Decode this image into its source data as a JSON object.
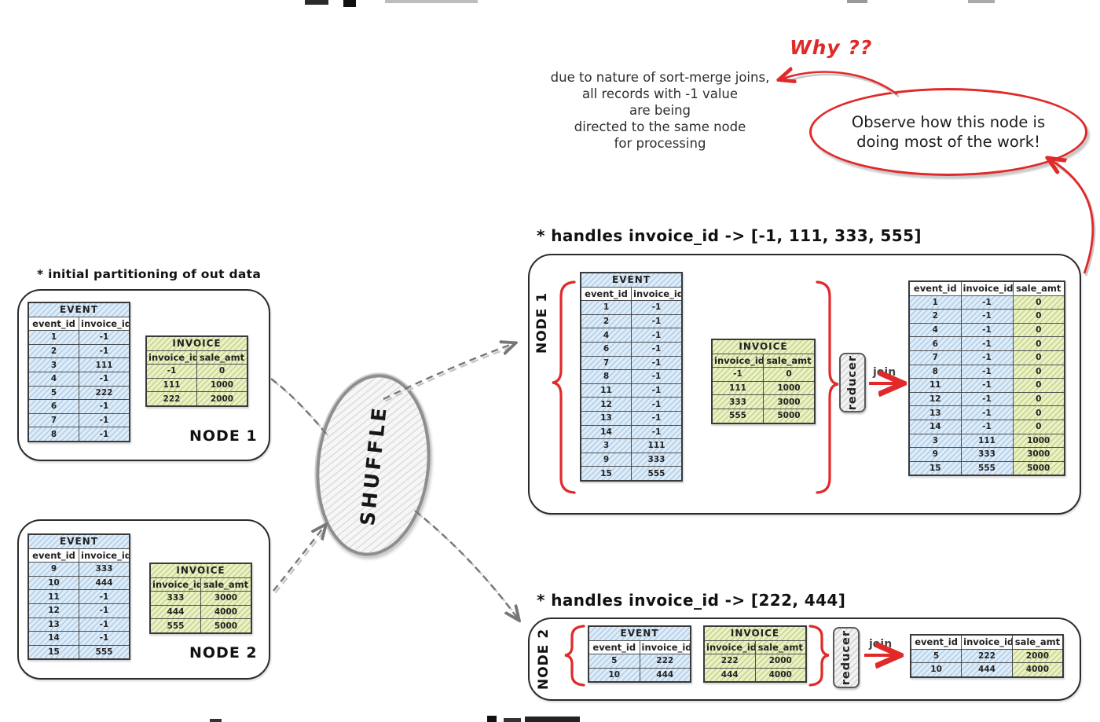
{
  "annotations": {
    "why": "Why ??",
    "explanation_lines": [
      "due to nature of sort-merge joins,",
      "all records with -1 value",
      "are being",
      "directed to the same node",
      "for processing"
    ],
    "observe_lines": [
      "Observe how this node is",
      "doing most of the work!"
    ]
  },
  "labels": {
    "initial_partitioning": "* initial partitioning of out data",
    "handles_node1": "* handles invoice_id -> [-1, 111, 333, 555]",
    "handles_node2": "* handles invoice_id -> [222, 444]",
    "node1": "NODE 1",
    "node2": "NODE 2",
    "shuffle": "SHUFFLE",
    "reducer": "reducer",
    "join": "join"
  },
  "colors": {
    "annotation_red": "#e12929",
    "event_table_blue": "#ddecf9",
    "invoice_table_green": "#eaf2c5",
    "connector_gray": "#777777"
  },
  "tables": {
    "left1_event": {
      "title": "EVENT",
      "headers": [
        "event_id",
        "invoice_id"
      ],
      "rows": [
        [
          "1",
          "-1"
        ],
        [
          "2",
          "-1"
        ],
        [
          "3",
          "111"
        ],
        [
          "4",
          "-1"
        ],
        [
          "5",
          "222"
        ],
        [
          "6",
          "-1"
        ],
        [
          "7",
          "-1"
        ],
        [
          "8",
          "-1"
        ]
      ]
    },
    "left1_invoice": {
      "title": "INVOICE",
      "headers": [
        "invoice_id",
        "sale_amt"
      ],
      "rows": [
        [
          "-1",
          "0"
        ],
        [
          "111",
          "1000"
        ],
        [
          "222",
          "2000"
        ]
      ]
    },
    "left2_event": {
      "title": "EVENT",
      "headers": [
        "event_id",
        "invoice_id"
      ],
      "rows": [
        [
          "9",
          "333"
        ],
        [
          "10",
          "444"
        ],
        [
          "11",
          "-1"
        ],
        [
          "12",
          "-1"
        ],
        [
          "13",
          "-1"
        ],
        [
          "14",
          "-1"
        ],
        [
          "15",
          "555"
        ]
      ]
    },
    "left2_invoice": {
      "title": "INVOICE",
      "headers": [
        "invoice_id",
        "sale_amt"
      ],
      "rows": [
        [
          "333",
          "3000"
        ],
        [
          "444",
          "4000"
        ],
        [
          "555",
          "5000"
        ]
      ]
    },
    "right1_event": {
      "title": "EVENT",
      "headers": [
        "event_id",
        "invoice_id"
      ],
      "rows": [
        [
          "1",
          "-1"
        ],
        [
          "2",
          "-1"
        ],
        [
          "4",
          "-1"
        ],
        [
          "6",
          "-1"
        ],
        [
          "7",
          "-1"
        ],
        [
          "8",
          "-1"
        ],
        [
          "11",
          "-1"
        ],
        [
          "12",
          "-1"
        ],
        [
          "13",
          "-1"
        ],
        [
          "14",
          "-1"
        ],
        [
          "3",
          "111"
        ],
        [
          "9",
          "333"
        ],
        [
          "15",
          "555"
        ]
      ]
    },
    "right1_invoice": {
      "title": "INVOICE",
      "headers": [
        "invoice_id",
        "sale_amt"
      ],
      "rows": [
        [
          "-1",
          "0"
        ],
        [
          "111",
          "1000"
        ],
        [
          "333",
          "3000"
        ],
        [
          "555",
          "5000"
        ]
      ]
    },
    "right1_result": {
      "headers": [
        "event_id",
        "invoice_id",
        "sale_amt"
      ],
      "rows": [
        [
          "1",
          "-1",
          "0"
        ],
        [
          "2",
          "-1",
          "0"
        ],
        [
          "4",
          "-1",
          "0"
        ],
        [
          "6",
          "-1",
          "0"
        ],
        [
          "7",
          "-1",
          "0"
        ],
        [
          "8",
          "-1",
          "0"
        ],
        [
          "11",
          "-1",
          "0"
        ],
        [
          "12",
          "-1",
          "0"
        ],
        [
          "13",
          "-1",
          "0"
        ],
        [
          "14",
          "-1",
          "0"
        ],
        [
          "3",
          "111",
          "1000"
        ],
        [
          "9",
          "333",
          "3000"
        ],
        [
          "15",
          "555",
          "5000"
        ]
      ]
    },
    "right2_event": {
      "title": "EVENT",
      "headers": [
        "event_id",
        "invoice_id"
      ],
      "rows": [
        [
          "5",
          "222"
        ],
        [
          "10",
          "444"
        ]
      ]
    },
    "right2_invoice": {
      "title": "INVOICE",
      "headers": [
        "invoice_id",
        "sale_amt"
      ],
      "rows": [
        [
          "222",
          "2000"
        ],
        [
          "444",
          "4000"
        ]
      ]
    },
    "right2_result": {
      "headers": [
        "event_id",
        "invoice_id",
        "sale_amt"
      ],
      "rows": [
        [
          "5",
          "222",
          "2000"
        ],
        [
          "10",
          "444",
          "4000"
        ]
      ]
    }
  }
}
